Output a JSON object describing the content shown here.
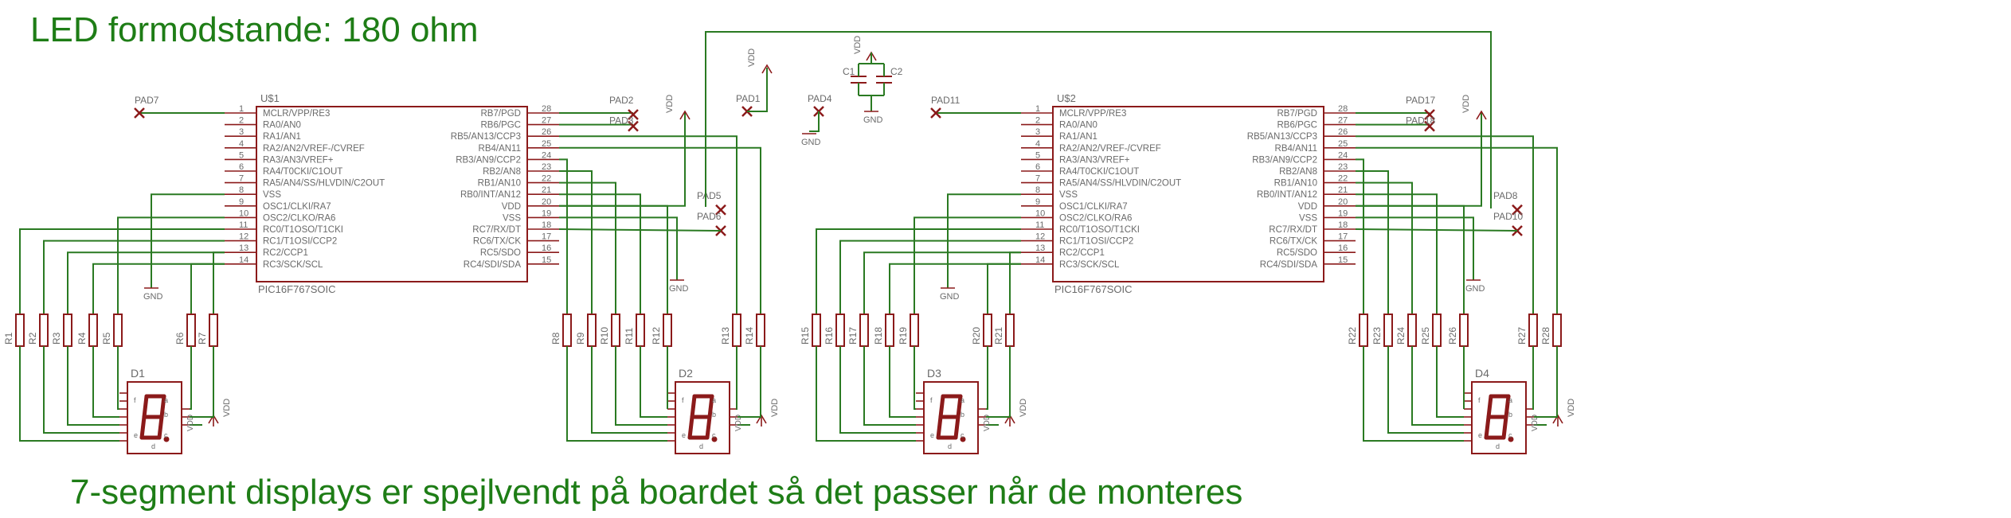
{
  "header_text": "LED formodstande: 180 ohm",
  "footer_text": "7-segment displays er spejlvendt på boardet så det passer når de monteres",
  "mcu": {
    "part": "PIC16F767SOIC",
    "left_pins": [
      {
        "num": "1",
        "name": "MCLR/VPP/RE3"
      },
      {
        "num": "2",
        "name": "RA0/AN0"
      },
      {
        "num": "3",
        "name": "RA1/AN1"
      },
      {
        "num": "4",
        "name": "RA2/AN2/VREF-/CVREF"
      },
      {
        "num": "5",
        "name": "RA3/AN3/VREF+"
      },
      {
        "num": "6",
        "name": "RA4/T0CKI/C1OUT"
      },
      {
        "num": "7",
        "name": "RA5/AN4/SS/HLVDIN/C2OUT"
      },
      {
        "num": "8",
        "name": "VSS"
      },
      {
        "num": "9",
        "name": "OSC1/CLKI/RA7"
      },
      {
        "num": "10",
        "name": "OSC2/CLKO/RA6"
      },
      {
        "num": "11",
        "name": "RC0/T1OSO/T1CKI"
      },
      {
        "num": "12",
        "name": "RC1/T1OSI/CCP2"
      },
      {
        "num": "13",
        "name": "RC2/CCP1"
      },
      {
        "num": "14",
        "name": "RC3/SCK/SCL"
      }
    ],
    "right_pins": [
      {
        "num": "28",
        "name": "RB7/PGD"
      },
      {
        "num": "27",
        "name": "RB6/PGC"
      },
      {
        "num": "26",
        "name": "RB5/AN13/CCP3"
      },
      {
        "num": "25",
        "name": "RB4/AN11"
      },
      {
        "num": "24",
        "name": "RB3/AN9/CCP2"
      },
      {
        "num": "23",
        "name": "RB2/AN8"
      },
      {
        "num": "22",
        "name": "RB1/AN10"
      },
      {
        "num": "21",
        "name": "RB0/INT/AN12"
      },
      {
        "num": "20",
        "name": "VDD"
      },
      {
        "num": "19",
        "name": "VSS"
      },
      {
        "num": "18",
        "name": "RC7/RX/DT"
      },
      {
        "num": "17",
        "name": "RC6/TX/CK"
      },
      {
        "num": "16",
        "name": "RC5/SDO"
      },
      {
        "num": "15",
        "name": "RC4/SDI/SDA"
      }
    ]
  },
  "units": [
    {
      "id": "U$1",
      "pads": {
        "mclr": "PAD7",
        "rb7": "PAD2",
        "rb6": "PAD3",
        "vdd_a": "PAD5",
        "vdd_b": "PAD6"
      },
      "resistors_left": [
        "R1",
        "R2",
        "R3",
        "R4",
        "R5"
      ],
      "resistors_mid": [
        "R6",
        "R7"
      ],
      "resistors_right": [
        "R8",
        "R9",
        "R10",
        "R11",
        "R12"
      ],
      "resistors_far": [
        "R13",
        "R14"
      ],
      "displays": [
        "D1",
        "D2"
      ]
    },
    {
      "id": "U$2",
      "pads": {
        "mclr": "PAD11",
        "rb7": "PAD17",
        "rb6": "PAD18",
        "vdd_a": "PAD8",
        "vdd_b": "PAD10"
      },
      "resistors_left": [
        "R15",
        "R16",
        "R17",
        "R18",
        "R19"
      ],
      "resistors_mid": [
        "R20",
        "R21"
      ],
      "resistors_right": [
        "R22",
        "R23",
        "R24",
        "R25",
        "R26"
      ],
      "resistors_far": [
        "R27",
        "R28"
      ],
      "displays": [
        "D3",
        "D4"
      ]
    }
  ],
  "supply_pads": [
    "PAD1",
    "PAD4"
  ],
  "capacitors": [
    "C1",
    "C2"
  ],
  "net_labels": {
    "vdd": "VDD",
    "gnd": "GND"
  },
  "display_segments": [
    "a",
    "b",
    "c",
    "d",
    "e",
    "f",
    "g",
    "DP"
  ],
  "colors": {
    "wire": "#2a7a22",
    "part": "#8b1a1a",
    "text": "#6a6a6a",
    "note": "#1e7d16"
  }
}
